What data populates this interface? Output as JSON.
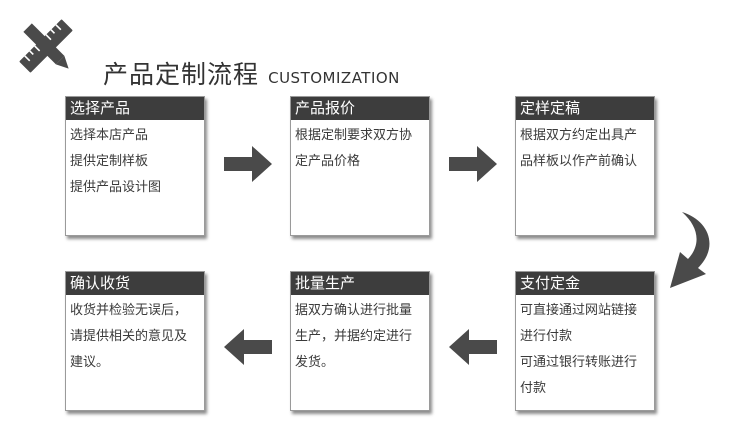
{
  "header": {
    "title_cn": "产品定制流程",
    "title_en": "CUSTOMIZATION",
    "logo_icon": "pen-ruler-icon"
  },
  "steps": [
    {
      "title": "选择产品",
      "lines": [
        "选择本店产品",
        "提供定制样板",
        "提供产品设计图"
      ]
    },
    {
      "title": "产品报价",
      "lines": [
        "根据定制要求双方协",
        "定产品价格"
      ]
    },
    {
      "title": "定样定稿",
      "lines": [
        "根据双方约定出具产",
        "品样板以作产前确认"
      ]
    },
    {
      "title": "支付定金",
      "lines": [
        "可直接通过网站链接",
        "进行付款",
        "可通过银行转账进行",
        "付款"
      ]
    },
    {
      "title": "批量生产",
      "lines": [
        "据双方确认进行批量",
        "生产，并据约定进行",
        "发货。"
      ]
    },
    {
      "title": "确认收货",
      "lines": [
        "收货并检验无误后，",
        "请提供相关的意见及",
        "建议。"
      ]
    }
  ],
  "colors": {
    "header_bg": "#3d3d3d",
    "arrow": "#4a4a4a"
  }
}
